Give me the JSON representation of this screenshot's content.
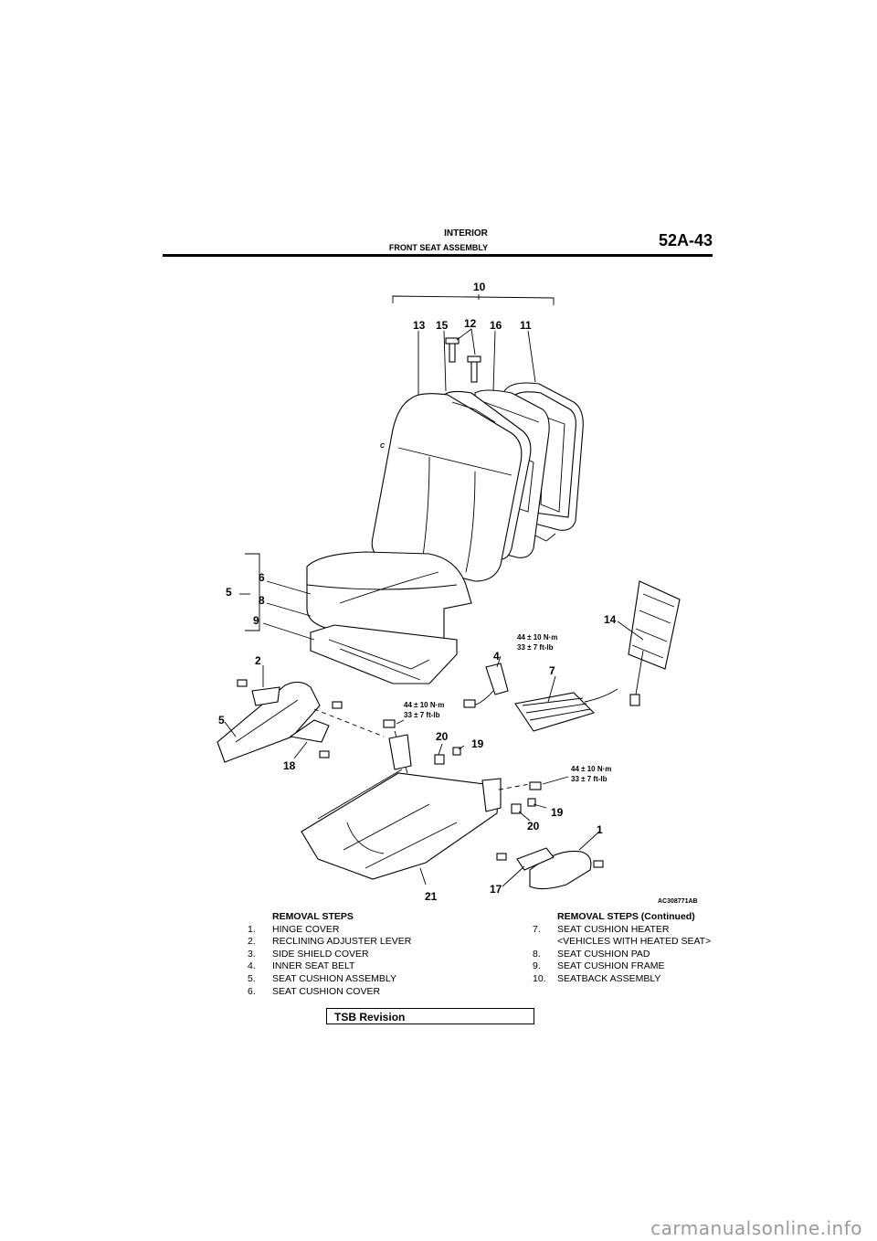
{
  "header": {
    "title": "INTERIOR",
    "subtitle": "FRONT SEAT ASSEMBLY",
    "page_number": "52A-43"
  },
  "figure": {
    "id": "AC308771AB",
    "callouts": [
      "10",
      "13",
      "15",
      "12",
      "16",
      "11",
      "6",
      "5",
      "8",
      "9",
      "14",
      "4",
      "7",
      "2",
      "5",
      "18",
      "20",
      "19",
      "19",
      "20",
      "1",
      "21",
      "17"
    ],
    "torque_specs": [
      {
        "nm": "44 ± 10 N·m",
        "ftlb": "33 ± 7 ft-lb"
      },
      {
        "nm": "44 ± 10 N·m",
        "ftlb": "33 ± 7 ft-lb"
      },
      {
        "nm": "44 ± 10 N·m",
        "ftlb": "33 ± 7 ft-lb"
      }
    ]
  },
  "removal_steps": {
    "heading": "REMOVAL STEPS",
    "items": [
      {
        "num": "1.",
        "text": "HINGE COVER"
      },
      {
        "num": "2.",
        "text": "RECLINING ADJUSTER LEVER"
      },
      {
        "num": "3.",
        "text": "SIDE SHIELD COVER"
      },
      {
        "num": "4.",
        "text": "INNER SEAT BELT"
      },
      {
        "num": "5.",
        "text": "SEAT CUSHION ASSEMBLY"
      },
      {
        "num": "6.",
        "text": "SEAT CUSHION COVER"
      }
    ]
  },
  "removal_steps_continued": {
    "heading": "REMOVAL STEPS (Continued)",
    "items": [
      {
        "num": "7.",
        "text": "SEAT CUSHION HEATER <VEHICLES WITH HEATED SEAT>"
      },
      {
        "num": "8.",
        "text": "SEAT CUSHION PAD"
      },
      {
        "num": "9.",
        "text": "SEAT CUSHION FRAME"
      },
      {
        "num": "10.",
        "text": "SEATBACK ASSEMBLY"
      }
    ]
  },
  "footer": {
    "tsb_label": "TSB Revision",
    "watermark": "carmanualsonline.info"
  }
}
